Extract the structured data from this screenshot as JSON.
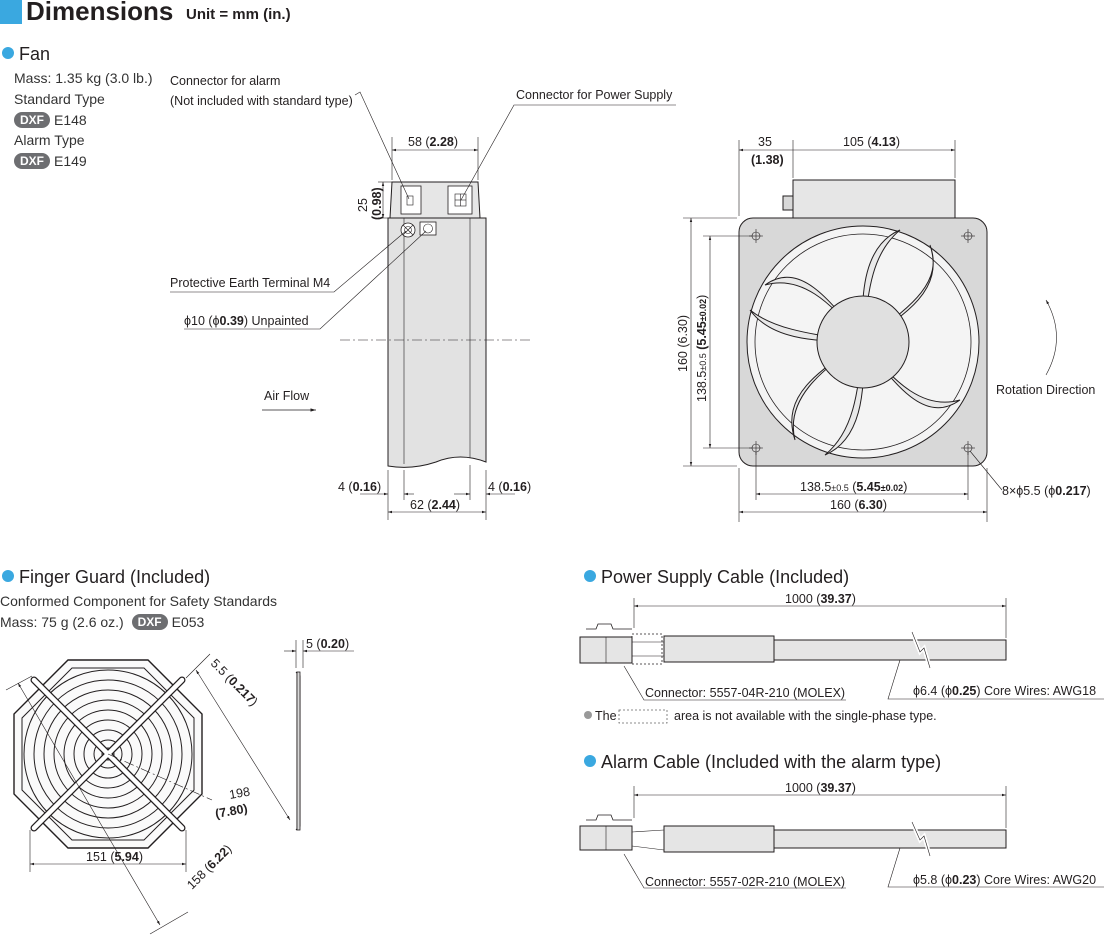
{
  "header": {
    "title": "Dimensions",
    "unit": "Unit = mm (in.)"
  },
  "fan": {
    "title": "Fan",
    "mass": "Mass: 1.35 kg (3.0 lb.)",
    "standard_type": "Standard Type",
    "standard_dxf_badge": "DXF",
    "standard_dxf": "E148",
    "alarm_type": "Alarm Type",
    "alarm_dxf_badge": "DXF",
    "alarm_dxf": "E149",
    "connector_alarm_1": "Connector for alarm",
    "connector_alarm_2": "(Not included with standard type)",
    "connector_power": "Connector for Power Supply",
    "pe_terminal": "Protective Earth Terminal M4",
    "phi10_pre": "ϕ10 (ϕ",
    "phi10_b": "0.39",
    "phi10_post": ") Unpainted",
    "airflow": "Air Flow",
    "rotation": "Rotation Direction",
    "d58": "58 (",
    "d58b": "2.28",
    "d58e": ")",
    "d25": "25",
    "d098": "(0.98)",
    "d4l": "4 (",
    "d4lb": "0.16",
    "d4le": ")",
    "d4r": "4 (",
    "d4rb": "0.16",
    "d4re": ")",
    "d62": "62 (",
    "d62b": "2.44",
    "d62e": ")",
    "d35": "35",
    "d138": "(1.38)",
    "d105": "105 (",
    "d105b": "4.13",
    "d105e": ")",
    "d160v": "160 (6.30)",
    "d1385v_a": "138.5",
    "d1385v_b": "±0.5",
    "d1385v_c": " (5.45",
    "d1385v_d": "±0.02",
    "d1385v_e": ")",
    "d1385h_a": "138.5",
    "d1385h_b": "±0.5",
    "d1385h_c": " (",
    "d1385h_d": "5.45",
    "d1385h_e": "±0.02",
    "d1385h_f": ")",
    "d160h": "160 (",
    "d160hb": "6.30",
    "d160he": ")",
    "holes": "8×ϕ5.5 (ϕ",
    "holesb": "0.217",
    "holese": ")"
  },
  "guard": {
    "title": "Finger Guard (Included)",
    "line1": "Conformed Component for Safety Standards",
    "mass": "Mass: 75 g (2.6 oz.)",
    "dxf_badge": "DXF",
    "dxf": "E053",
    "d5": "5 (",
    "d5b": "0.20",
    "d5e": ")",
    "d55": "5.5 (",
    "d55b": "0.217",
    "d55e": ")",
    "d198": "198",
    "d198b": "(7.80)",
    "d151": "151 (",
    "d151b": "5.94",
    "d151e": ")",
    "d158": "158 (",
    "d158b": "6.22",
    "d158e": ")"
  },
  "power_cable": {
    "title": "Power Supply Cable (Included)",
    "length": "1000 (",
    "lengthb": "39.37",
    "lengthe": ")",
    "connector": "Connector: 5557-04R-210 (MOLEX)",
    "wire_pre": "ϕ6.4 (ϕ",
    "wire_b": "0.25",
    "wire_post": ") Core Wires: AWG18",
    "note_pre": "The",
    "note_post": "area is not available with the single-phase type."
  },
  "alarm_cable": {
    "title": "Alarm Cable (Included with the alarm type)",
    "length": "1000 (",
    "lengthb": "39.37",
    "lengthe": ")",
    "connector": "Connector: 5557-02R-210 (MOLEX)",
    "wire_pre": "ϕ5.8 (ϕ",
    "wire_b": "0.23",
    "wire_post": ") Core Wires: AWG20"
  }
}
